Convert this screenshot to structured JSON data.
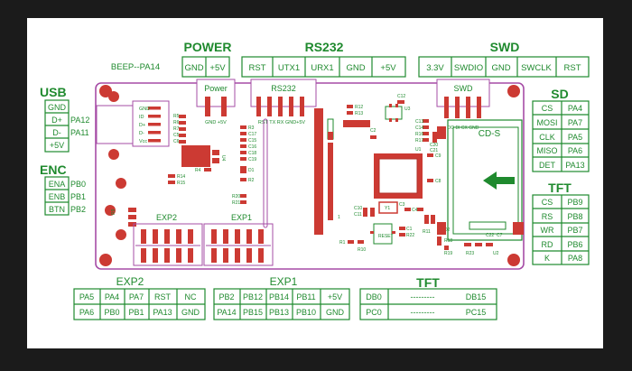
{
  "colors": {
    "green": "#1f8a2e",
    "board_outline": "#a64ca6",
    "pad": "#cc3a33",
    "red_dark": "#b0302a",
    "silk": "#ffffff",
    "bg": "#ffffff",
    "frame": "#1b1b1b"
  },
  "header": {
    "power": {
      "title": "POWER",
      "pins": [
        "GND",
        "+5V"
      ]
    },
    "rs232": {
      "title": "RS232",
      "pins": [
        "RST",
        "UTX1",
        "URX1",
        "GND",
        "+5V"
      ]
    },
    "swd": {
      "title": "SWD",
      "pins": [
        "3.3V",
        "SWDIO",
        "GND",
        "SWCLK",
        "RST"
      ]
    },
    "beep": "BEEP--PA14"
  },
  "usb": {
    "title": "USB",
    "rows": [
      {
        "pin": "GND",
        "port": ""
      },
      {
        "pin": "D+",
        "port": "PA12"
      },
      {
        "pin": "D-",
        "port": "PA11"
      },
      {
        "pin": "+5V",
        "port": ""
      }
    ]
  },
  "enc": {
    "title": "ENC",
    "rows": [
      {
        "pin": "ENA",
        "port": "PB0"
      },
      {
        "pin": "ENB",
        "port": "PB1"
      },
      {
        "pin": "BTN",
        "port": "PB2"
      }
    ]
  },
  "sd": {
    "title": "SD",
    "rows": [
      {
        "pin": "CS",
        "port": "PA4"
      },
      {
        "pin": "MOSI",
        "port": "PA7"
      },
      {
        "pin": "CLK",
        "port": "PA5"
      },
      {
        "pin": "MISO",
        "port": "PA6"
      },
      {
        "pin": "DET",
        "port": "PA13"
      }
    ]
  },
  "tft_right": {
    "title": "TFT",
    "rows": [
      {
        "pin": "CS",
        "port": "PB9"
      },
      {
        "pin": "RS",
        "port": "PB8"
      },
      {
        "pin": "WR",
        "port": "PB7"
      },
      {
        "pin": "RD",
        "port": "PB6"
      },
      {
        "pin": "K",
        "port": "PA8"
      }
    ]
  },
  "exp2": {
    "title": "EXP2",
    "rows": [
      [
        "PA5",
        "PA4",
        "PA7",
        "RST",
        "NC"
      ],
      [
        "PA6",
        "PB0",
        "PB1",
        "PA13",
        "GND"
      ]
    ]
  },
  "exp1": {
    "title": "EXP1",
    "rows": [
      [
        "PB2",
        "PB12",
        "PB14",
        "PB11",
        "+5V"
      ],
      [
        "PA14",
        "PB15",
        "PB13",
        "PB10",
        "GND"
      ]
    ]
  },
  "tft_bottom": {
    "title": "TFT",
    "rows": [
      [
        "DB0",
        "---------",
        "DB15"
      ],
      [
        "PC0",
        "---------",
        "PC15"
      ]
    ]
  },
  "board": {
    "power_label": "Power",
    "power_pins": "GND +5V",
    "rs232_label": "RS232",
    "rs232_pins": "RST TX RX GND+5V",
    "swd_label": "SWD",
    "swd_pins": "DO DI CK GND",
    "cds_label": "CD-S",
    "exp2_label": "EXP2",
    "exp1_label": "EXP1",
    "usb_pins": [
      "GND",
      "ID",
      "D+",
      "D-",
      "Vcc"
    ],
    "refs": [
      "R5",
      "R6",
      "R7",
      "C5",
      "C6",
      "R4",
      "U4",
      "R3",
      "C17",
      "C15",
      "C16",
      "C18",
      "C19",
      "D1",
      "R2",
      "R12",
      "R13",
      "C12",
      "U3",
      "C13",
      "C14",
      "R16",
      "R17",
      "R20",
      "R21",
      "C20",
      "C21",
      "U1",
      "C9",
      "C10",
      "C11",
      "C2",
      "Y1",
      "C3",
      "C4",
      "R1",
      "C7",
      "R8",
      "C8",
      "U2",
      "R10",
      "R11",
      "RESET",
      "C1",
      "R22",
      "R23",
      "D2",
      "R18",
      "R19",
      "C22",
      "R9",
      "R14",
      "R15"
    ]
  }
}
